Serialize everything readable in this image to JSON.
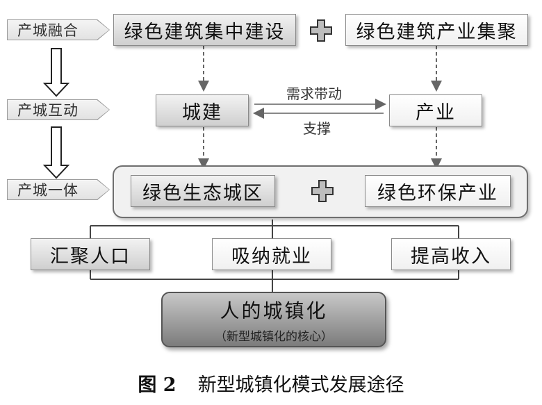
{
  "stages": [
    "产城融合",
    "产城互动",
    "产城一体"
  ],
  "row1": {
    "left": "绿色建筑集中建设",
    "right": "绿色建筑产业集聚"
  },
  "row2": {
    "left": "城建",
    "right": "产业",
    "arrow_top": "需求带动",
    "arrow_bottom": "支撑"
  },
  "row3": {
    "left": "绿色生态城区",
    "right": "绿色环保产业"
  },
  "row4": {
    "left": "汇聚人口",
    "center": "吸纳就业",
    "right": "提高收入"
  },
  "final": {
    "title": "人的城镇化",
    "subtitle": "（新型城镇化的核心）"
  },
  "caption": {
    "number": "图 2",
    "text": "新型城镇化模式发展途径"
  },
  "colors": {
    "line": "#666666",
    "box_gray": "#d9d9d9",
    "final_gray": "#8c8c8c"
  }
}
